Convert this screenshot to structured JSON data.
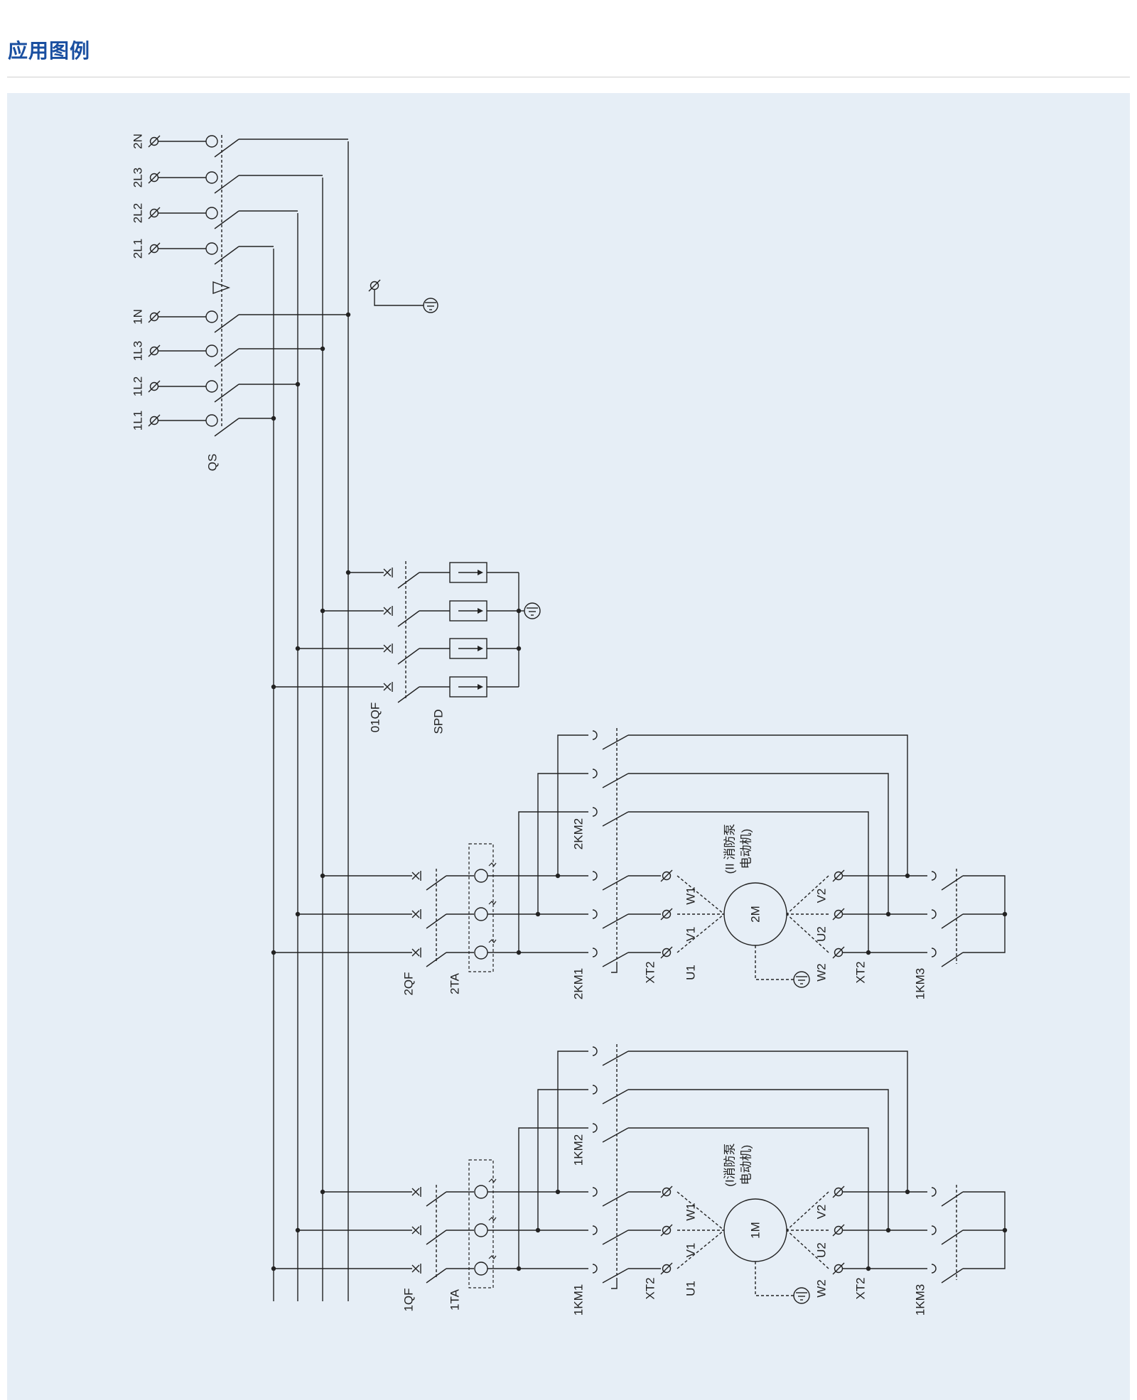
{
  "page": {
    "title": "应用图例"
  },
  "colors": {
    "title": "#1a4fa0",
    "panel": "#e6eef6",
    "line": "#222222"
  },
  "diagram": {
    "main_terminals": [
      "2N",
      "2L3",
      "2L2",
      "2L1",
      "1N",
      "1L3",
      "1L2",
      "1L1"
    ],
    "main_switch": "QS",
    "surge": {
      "breaker": "01QF",
      "device": "SPD"
    },
    "circuits": [
      {
        "breaker": "2QF",
        "ct": "2TA",
        "km1": "2KM1",
        "km2": "2KM2",
        "xt_in": "XT2",
        "xt_out": "XT2",
        "km3": "1KM3",
        "motor": "2M",
        "motor_desc": [
          "(II 消防泵",
          "电动机)"
        ],
        "left_terms": [
          "U1",
          "V1",
          "W1"
        ],
        "right_terms": [
          "W2",
          "U2",
          "V2"
        ]
      },
      {
        "breaker": "1QF",
        "ct": "1TA",
        "km1": "1KM1",
        "km2": "1KM2",
        "xt_in": "XT2",
        "xt_out": "XT2",
        "km3": "1KM3",
        "motor": "1M",
        "motor_desc": [
          "(I消防泵",
          "电动机)"
        ],
        "left_terms": [
          "U1",
          "V1",
          "W1"
        ],
        "right_terms": [
          "W2",
          "U2",
          "V2"
        ]
      }
    ]
  }
}
